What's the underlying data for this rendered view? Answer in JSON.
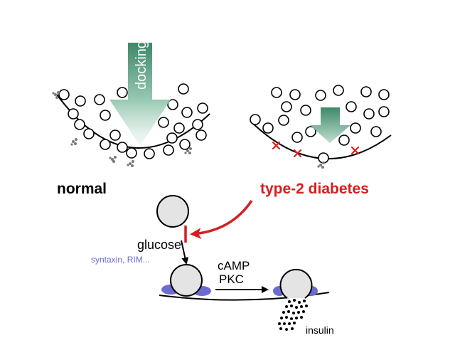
{
  "labels": {
    "docking": "docking",
    "normal": "normal",
    "diabetes": "type-2 diabetes",
    "glucose": "glucose",
    "factors": "syntaxin, RIM...",
    "camp": "cAMP",
    "pkc": "PKC",
    "insulin": "insulin"
  },
  "colors": {
    "arrow_green": "#2e7d5b",
    "arrow_green_light": "#dcefe6",
    "diabetes_red": "#d42020",
    "factor_purple": "#6c6cd0",
    "vesicle_fill": "#e4e4e4",
    "line": "#000000"
  },
  "icons": {
    "inhibition": "inhibition-bar-arrow",
    "defect_mark": "red-x-mark",
    "docking_protein": "docking-cluster"
  }
}
